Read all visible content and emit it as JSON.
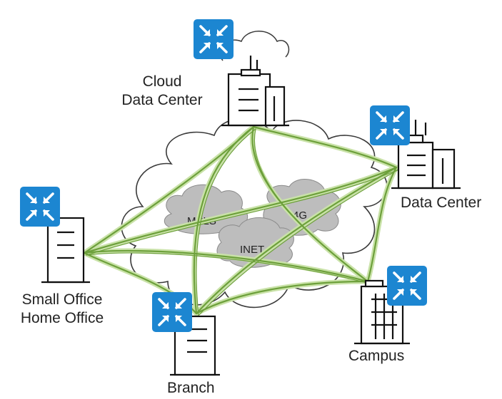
{
  "colors": {
    "router_fill": "#1c86d1",
    "link_green": "#6da03b",
    "link_glow": "#c9e2a8",
    "cloud_outline": "#3a3a3a",
    "transport_cloud": "#b9b9b9"
  },
  "icons": {
    "router": "router-icon",
    "building": "building-icon"
  },
  "sites": {
    "cloud_dc": {
      "line1": "Cloud",
      "line2": "Data Center"
    },
    "data_center": {
      "line1": "Data Center"
    },
    "soho": {
      "line1": "Small Office",
      "line2": "Home Office"
    },
    "branch": {
      "line1": "Branch"
    },
    "campus": {
      "line1": "Campus"
    }
  },
  "transports": {
    "mpls": "MPLS",
    "four_g": "4G",
    "inet": "INET"
  }
}
